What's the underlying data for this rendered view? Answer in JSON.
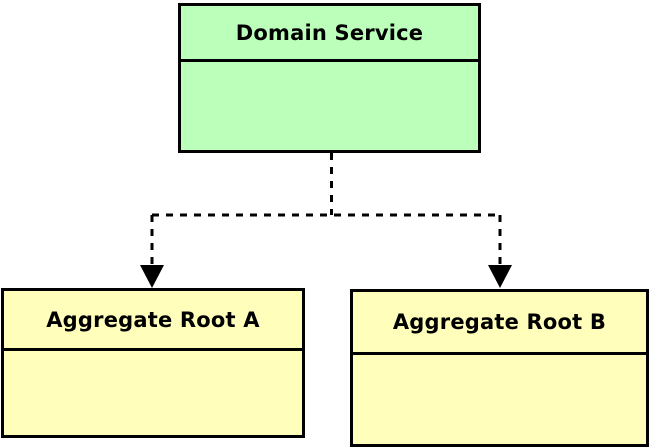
{
  "diagram": {
    "type": "uml-class-diagram",
    "background_color": "#ffffff",
    "border_color": "#000000",
    "nodes": [
      {
        "id": "domain-service",
        "name": "Domain Service",
        "fill_color": "#bbffbb",
        "stereotype": "",
        "compartments": [
          "name",
          "body"
        ]
      },
      {
        "id": "aggregate-root-a",
        "name": "Aggregate Root A",
        "fill_color": "#ffffbb",
        "stereotype": "",
        "compartments": [
          "name",
          "body"
        ]
      },
      {
        "id": "aggregate-root-b",
        "name": "Aggregate Root B",
        "fill_color": "#ffffbb",
        "stereotype": "",
        "compartments": [
          "name",
          "body"
        ]
      }
    ],
    "edges": [
      {
        "id": "dependency-to-a",
        "from": "domain-service",
        "to": "aggregate-root-a",
        "style": "dashed",
        "arrow": "open-filled-triangle",
        "label": ""
      },
      {
        "id": "dependency-to-b",
        "from": "domain-service",
        "to": "aggregate-root-b",
        "style": "dashed",
        "arrow": "open-filled-triangle",
        "label": ""
      }
    ]
  }
}
